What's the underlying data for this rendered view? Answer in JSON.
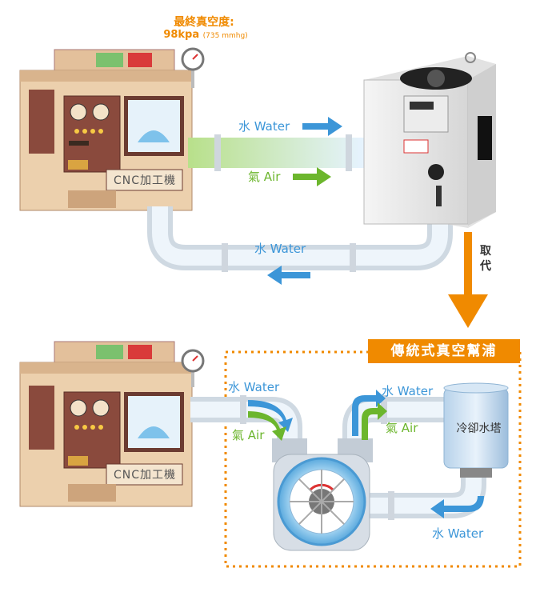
{
  "vacuum": {
    "title": "最終真空度:",
    "value": "98kpa",
    "value_sub": "(735 mmhg)"
  },
  "top": {
    "water_out": "水 Water",
    "air": "氣 Air",
    "water_return": "水 Water",
    "machine_label": "CNC加工機"
  },
  "replace_label": [
    "取",
    "代"
  ],
  "bottom": {
    "badge": "傳統式真空幫浦",
    "water_in": "水 Water",
    "air_in": "氣 Air",
    "water_out": "水 Water",
    "air_out": "氣 Air",
    "tower_label": "冷卻水塔",
    "water_return": "水 Water",
    "machine_label": "CNC加工機"
  },
  "colors": {
    "accent_orange": "#f08a00",
    "water_blue": "#3c96d8",
    "air_green": "#6cb62d",
    "machine_body": "#e8c9a4",
    "machine_dark": "#8a4a3d"
  }
}
